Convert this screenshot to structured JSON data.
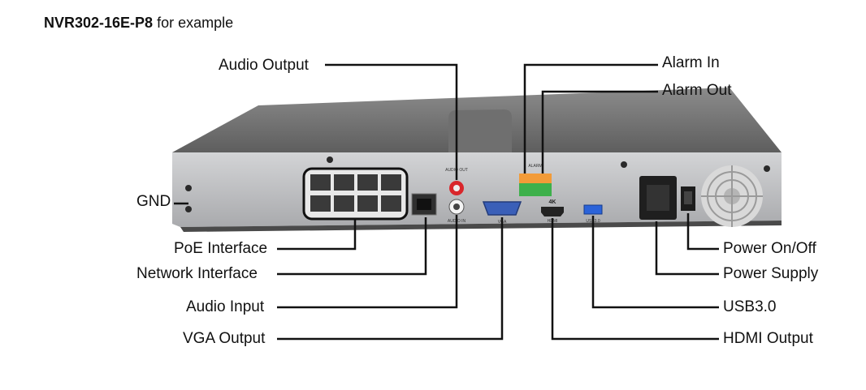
{
  "title": {
    "model": "NVR302-16E-P8",
    "suffix": " for example"
  },
  "labels": {
    "audio_output": "Audio Output",
    "alarm_in": "Alarm In",
    "alarm_out": "Alarm Out",
    "gnd": "GND",
    "poe_interface": "PoE Interface",
    "network_interface": "Network Interface",
    "audio_input": "Audio Input",
    "vga_output": "VGA Output",
    "power_on_off": "Power On/Off",
    "power_supply": "Power Supply",
    "usb3": "USB3.0",
    "hdmi_output": "HDMI Output"
  },
  "panel_text": {
    "audio_out": "AUDIO OUT",
    "audio_in": "AUDIO IN",
    "vga": "VGA",
    "hdmi": "HDMI",
    "k4": "4K",
    "usb": "USB3.0",
    "alarm": "ALARM"
  },
  "colors": {
    "chassis_top": "#7a7a7a",
    "rear_panel": "#bfc0c2",
    "leader_line": "#111111",
    "terminal_green": "#3db04b",
    "audio_red": "#d9262b",
    "vga_blue": "#3a5fb8",
    "usb_blue": "#2b63d9"
  }
}
